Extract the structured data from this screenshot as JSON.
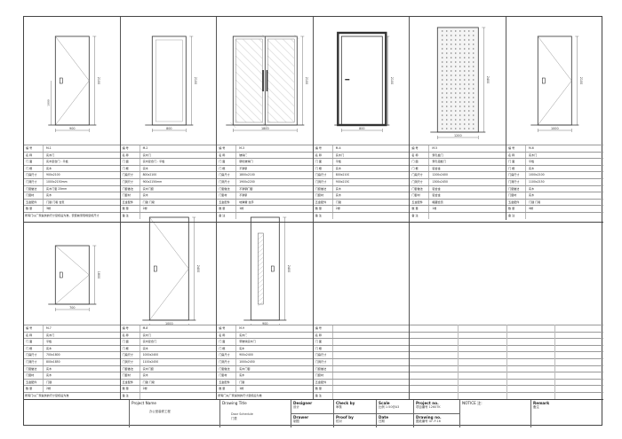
{
  "row_labels": [
    "编 号",
    "名 称",
    "门 面",
    "门 框",
    "门扇尺寸",
    "门洞尺寸",
    "门套做法",
    "门套材",
    "五金配件",
    "数 量",
    "备 注"
  ],
  "upper_doors": [
    {
      "code": "M-1",
      "name": "实木门",
      "face": "实木复合门 - 平板",
      "frame": "实木",
      "sash": "900x2100",
      "opening": "1000x2150mm",
      "casing": "实木门套 25mm",
      "casing_mat": "实木",
      "hardware": "门锁 门吸 合页",
      "qty": "3樘",
      "note": "所有门以厂家提供的尺寸复核后为准，安装前须现场复核尺寸",
      "dim_w": "900",
      "dim_h": "2100",
      "dim_handle": "1000"
    },
    {
      "code": "M-2",
      "name": "实木门",
      "face": "实木复合门 - 平板",
      "frame": "实木",
      "sash": "800x2100",
      "opening": "900x2150mm",
      "casing": "实木门套",
      "casing_mat": "实木",
      "hardware": "门锁 门吸",
      "qty": "2樘",
      "note": "",
      "dim_w": "800",
      "dim_h": "2100"
    },
    {
      "code": "M-3",
      "name": "玻璃门",
      "face": "钢化玻璃门",
      "frame": "不锈钢",
      "sash": "1800x2100",
      "opening": "1900x2200",
      "casing": "不锈钢门套",
      "casing_mat": "不锈钢",
      "hardware": "地弹簧 拉手",
      "qty": "1樘",
      "note": "",
      "dim_w": "1800",
      "dim_h": "2100"
    },
    {
      "code": "M-4",
      "name": "实木门",
      "face": "平板",
      "frame": "实木",
      "sash": "800x2100",
      "opening": "900x2150",
      "casing": "实木",
      "casing_mat": "实木",
      "hardware": "门锁",
      "qty": "2樘",
      "note": "",
      "dim_w": "800",
      "dim_h": "2100"
    },
    {
      "code": "M-5",
      "name": "穿孔板门",
      "face": "穿孔铝板门",
      "frame": "铝合金",
      "sash": "1200x2400",
      "opening": "1300x2450",
      "casing": "铝合金",
      "casing_mat": "铝合金",
      "hardware": "暗藏合页",
      "qty": "1樘",
      "note": "",
      "dim_w": "1200",
      "dim_h": "2400"
    },
    {
      "code": "M-6",
      "name": "实木门",
      "face": "平板",
      "frame": "实木",
      "sash": "1000x2100",
      "opening": "1100x2150",
      "casing": "实木",
      "casing_mat": "实木",
      "hardware": "门锁 门吸",
      "qty": "4樘",
      "note": "",
      "dim_w": "1000",
      "dim_h": "2100"
    }
  ],
  "lower_doors": [
    {
      "code": "M-7",
      "name": "实木门",
      "face": "平板",
      "frame": "实木",
      "sash": "700x1800",
      "opening": "800x1850",
      "casing": "实木",
      "casing_mat": "实木",
      "hardware": "门锁",
      "qty": "2樘",
      "note": "所有门以厂家提供的尺寸复核后为准",
      "dim_w": "700",
      "dim_h": "1800"
    },
    {
      "code": "M-8",
      "name": "实木门",
      "face": "实木复合门",
      "frame": "实木",
      "sash": "1000x2400",
      "opening": "1100x2450",
      "casing": "实木门套",
      "casing_mat": "实木",
      "hardware": "门锁 门吸",
      "qty": "2樘",
      "note": "",
      "dim_w": "1000",
      "dim_h": "2400"
    },
    {
      "code": "M-9",
      "name": "实木门",
      "face": "带玻璃实木门",
      "frame": "实木",
      "sash": "900x2400",
      "opening": "1000x2450",
      "casing": "实木门套",
      "casing_mat": "实木",
      "hardware": "门锁",
      "qty": "1樘",
      "note": "所有门以厂家提供的尺寸复核后为准",
      "dim_w": "900",
      "dim_h": "2400"
    }
  ],
  "title_block": {
    "project_name_label": "Project Name",
    "project_name": "办公室装修工程",
    "drawing_title_label": "Drawing Title",
    "drawing_title": "Door Schedule",
    "drawing_title_cn": "门表",
    "designer_label": "Designer",
    "designer_cn": "设计",
    "drawer_label": "Drawer",
    "drawer_cn": "制图",
    "check_label": "Check by",
    "check_cn": "审核",
    "proof_label": "Proof by",
    "proof_cn": "校对",
    "scale_label": "Scale",
    "scale_value": "比例  1:50@A3",
    "date_label": "Date",
    "date_cn": "日期",
    "project_no_label": "Project no.",
    "project_no_value": "项目编号  1260TK",
    "drawing_no_label": "Drawing no.",
    "drawing_no_value": "图纸编号  GF-P-16",
    "notice_label": "NOTICE  注:",
    "remark_label": "Remark",
    "remark_cn": "备注"
  }
}
